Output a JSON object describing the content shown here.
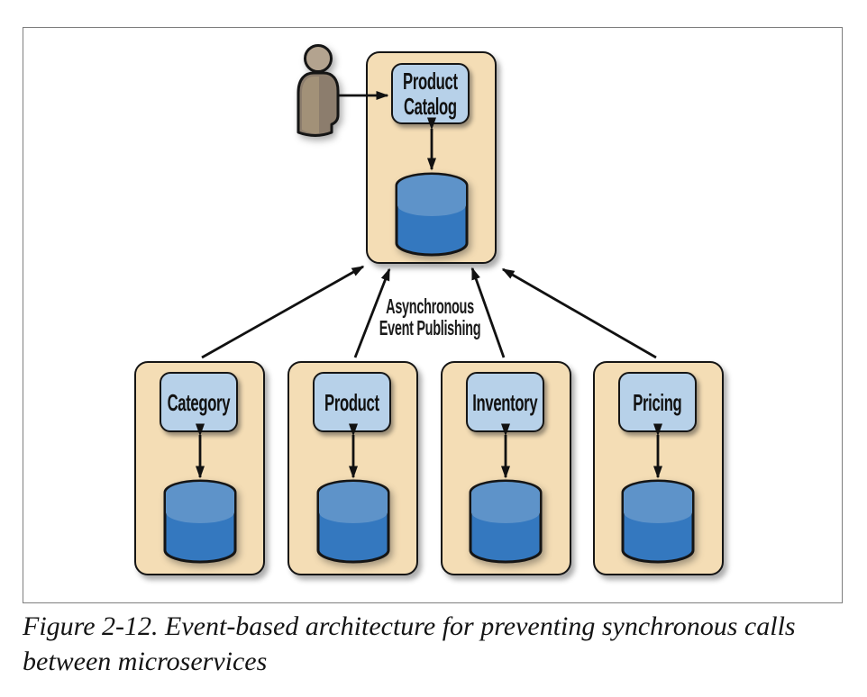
{
  "caption": {
    "lines": [
      "Figure 2-12. Event-based architecture for preventing synchronous calls",
      "between microservices"
    ]
  },
  "diagram": {
    "top_service": {
      "label": "Product Catalog"
    },
    "services": [
      {
        "label": "Category"
      },
      {
        "label": "Product"
      },
      {
        "label": "Inventory"
      },
      {
        "label": "Pricing"
      }
    ],
    "annotation": {
      "lines": [
        "Asynchronous",
        "Event Publishing"
      ]
    },
    "colors": {
      "service_container_fill": "#f4ddb5",
      "service_box_fill": "#b7d1e9",
      "database_top": "#5e93c9",
      "database_body": "#3478bf",
      "outline": "#151515",
      "actor_head": "#b3a38f",
      "actor_body": "#8c7d6d"
    }
  }
}
